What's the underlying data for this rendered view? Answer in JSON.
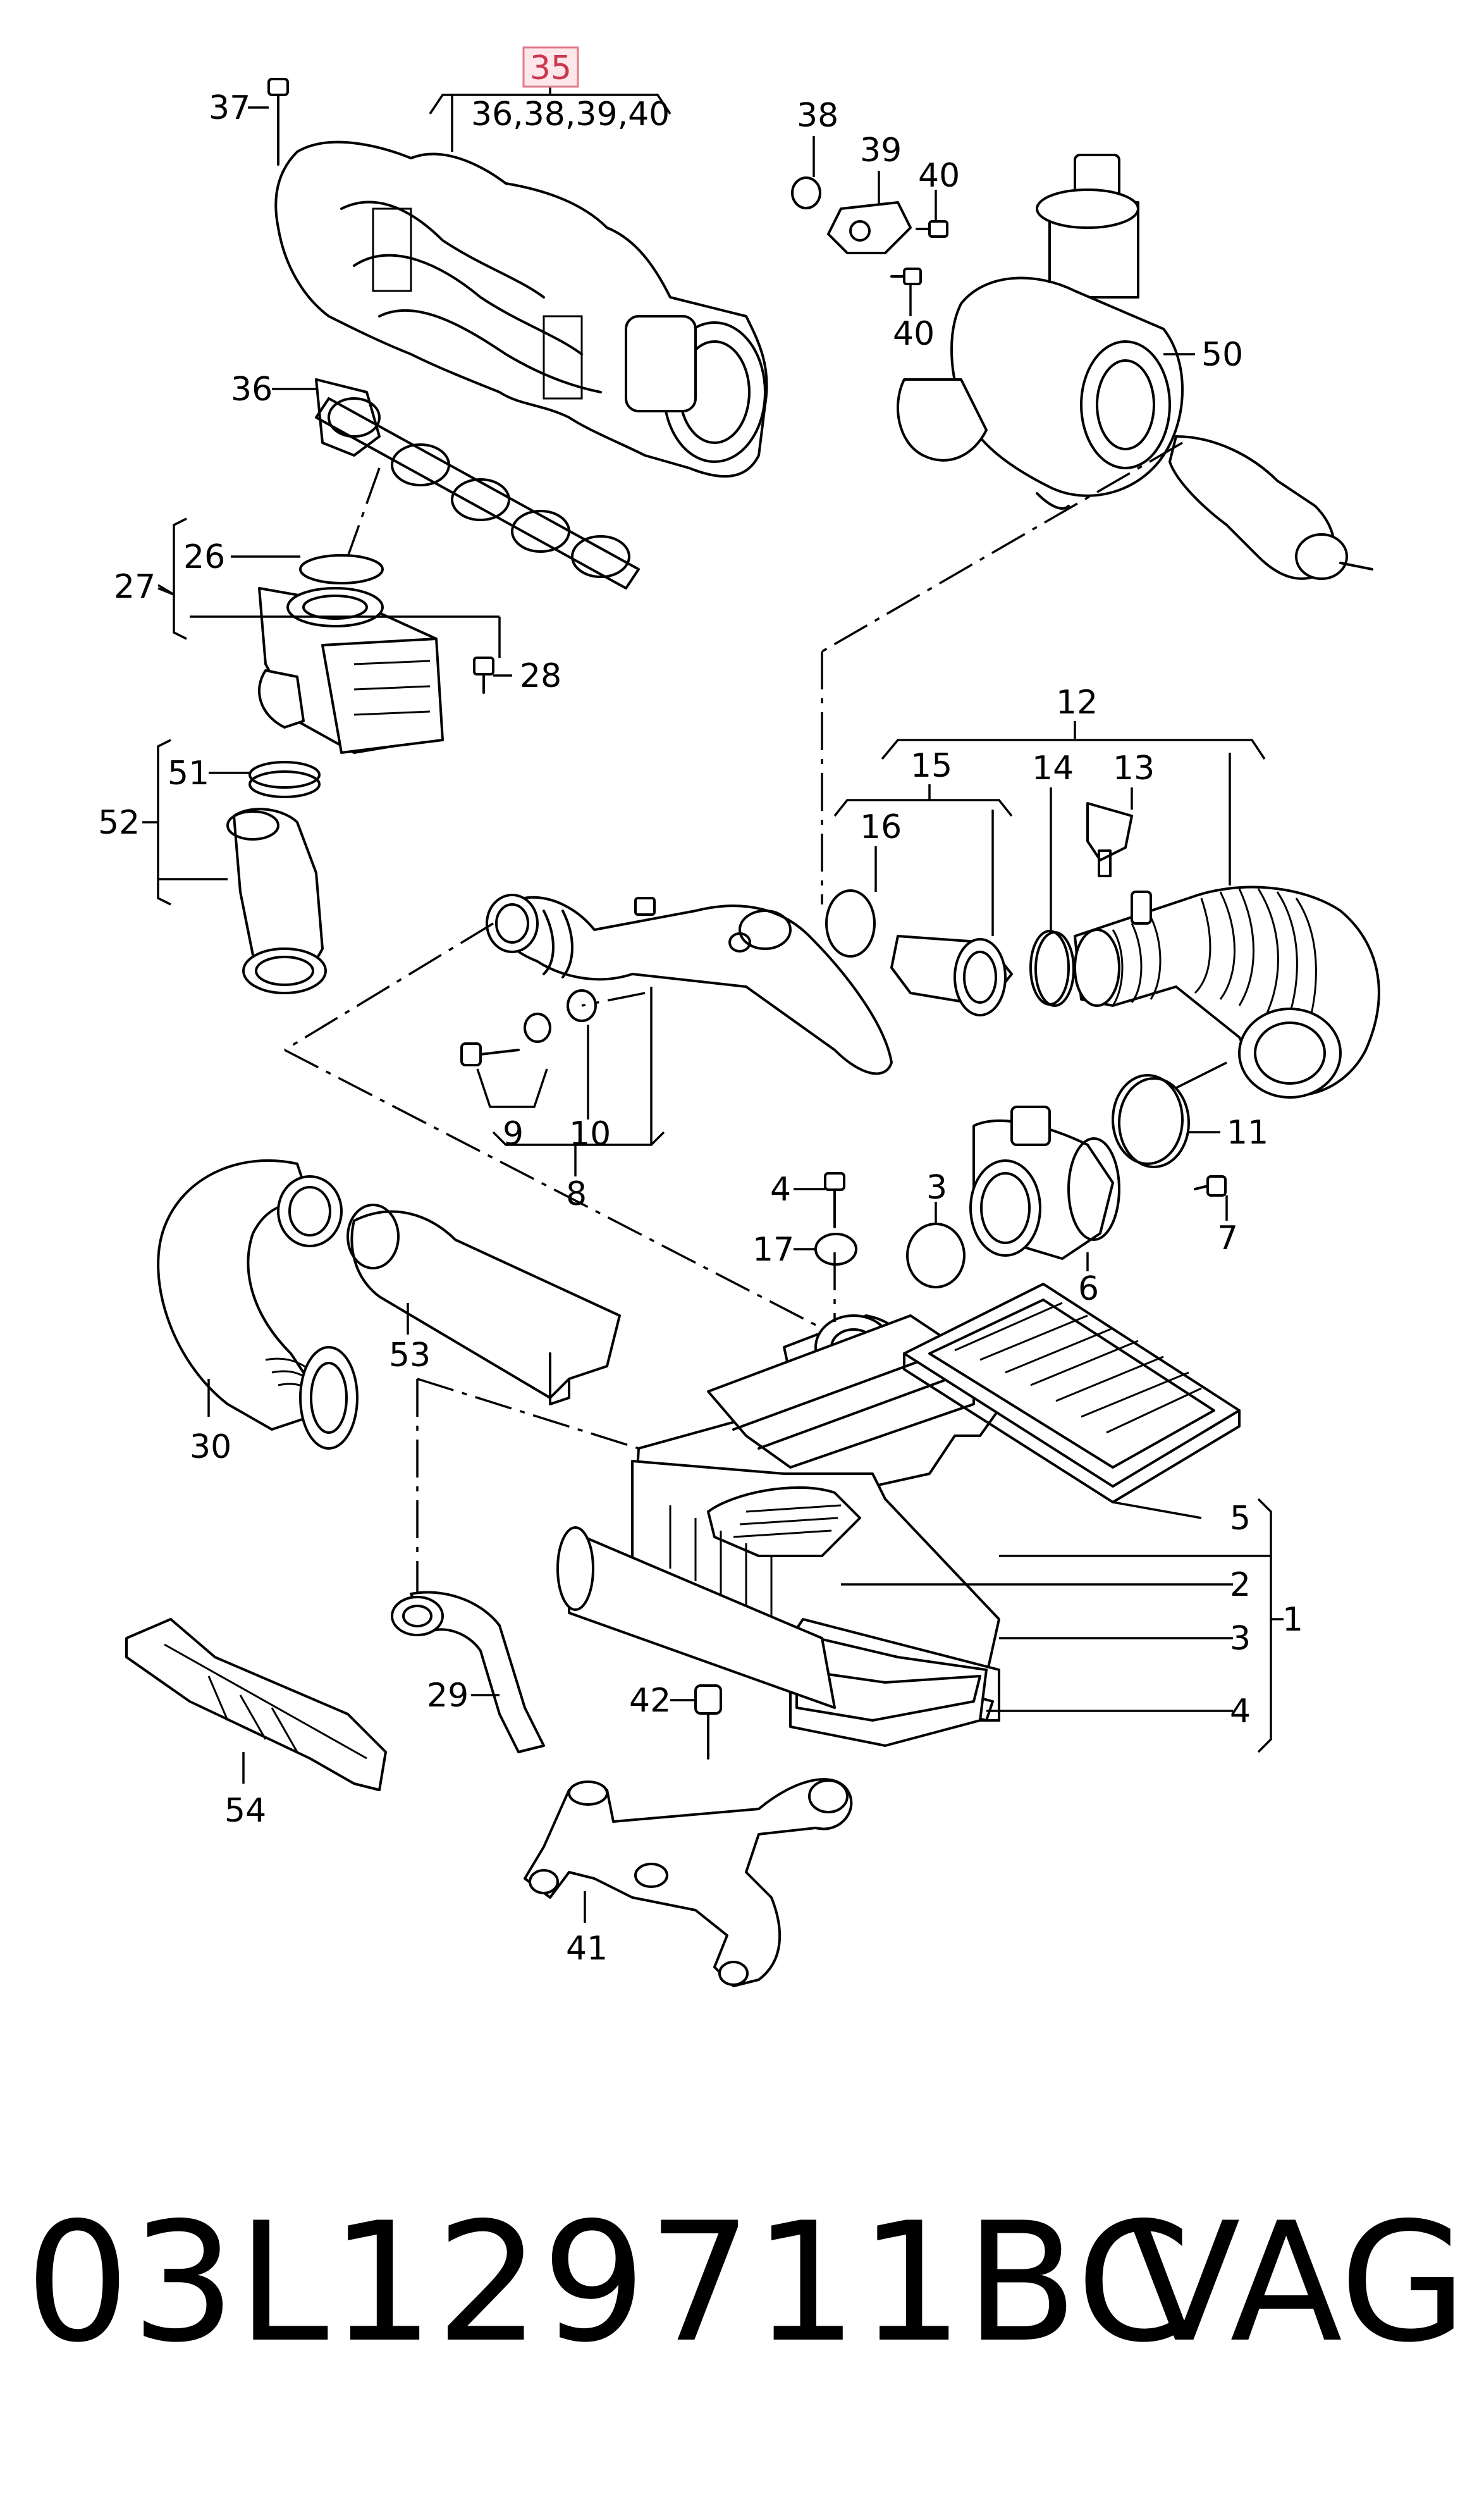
{
  "highlighted_label": "35",
  "labels": {
    "l1": "1",
    "l2": "2",
    "l3a": "3",
    "l3b": "3",
    "l4a": "4",
    "l4b": "4",
    "l5": "5",
    "l6": "6",
    "l7": "7",
    "l8": "8",
    "l9": "9",
    "l10": "10",
    "l11": "11",
    "l12": "12",
    "l13": "13",
    "l14": "14",
    "l15": "15",
    "l16": "16",
    "l17": "17",
    "l26": "26",
    "l27": "27",
    "l28": "28",
    "l29": "29",
    "l30": "30",
    "l36": "36",
    "l37": "37",
    "l38": "38",
    "l39": "39",
    "l40a": "40",
    "l40b": "40",
    "l41": "41",
    "l42": "42",
    "l50": "50",
    "l51": "51",
    "l52": "52",
    "l53": "53",
    "l54": "54",
    "l35sub": "36,38,39,40"
  },
  "footer": {
    "part_number": "03L129711BC",
    "brand": "VAG"
  }
}
